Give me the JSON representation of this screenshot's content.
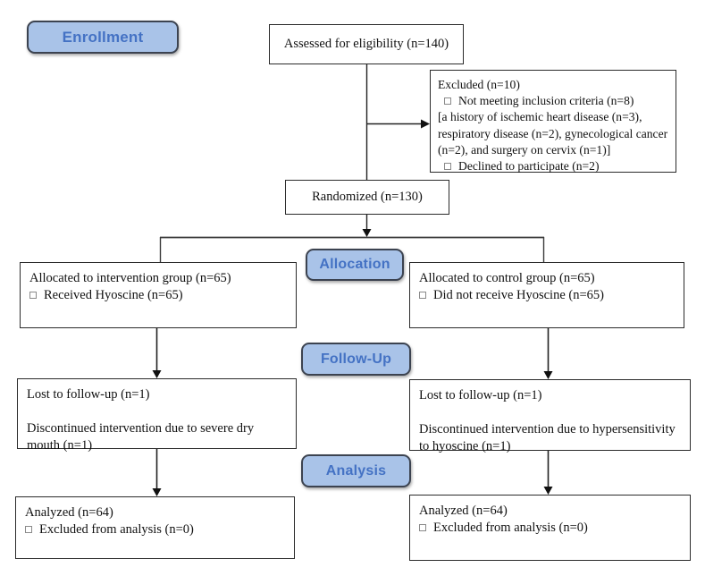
{
  "colors": {
    "badge_fill": "#a9c3e8",
    "badge_border": "#3c4350",
    "badge_text": "#4472c4",
    "box_border": "#2b2b2b",
    "line": "#222222"
  },
  "stages": {
    "enrollment": "Enrollment",
    "allocation": "Allocation",
    "followup": "Follow-Up",
    "analysis": "Analysis"
  },
  "boxes": {
    "assessed": {
      "text": "Assessed for eligibility (n=140)"
    },
    "excluded": {
      "title": "Excluded (n=10)",
      "item1": "Not meeting inclusion criteria (n=8)",
      "detail": "[a history of ischemic heart disease (n=3), respiratory disease (n=2), gynecological cancer (n=2), and surgery on cervix (n=1)]",
      "item2": "Declined to participate (n=2)"
    },
    "randomized": {
      "text": "Randomized (n=130)"
    },
    "alloc_left": {
      "line1": "Allocated to intervention group (n=65)",
      "item1": "Received Hyoscine (n=65)"
    },
    "alloc_right": {
      "line1": "Allocated to control group (n=65)",
      "item1": "Did not receive Hyoscine (n=65)"
    },
    "followup_left": {
      "line1": "Lost to follow-up (n=1)",
      "line2": "Discontinued intervention due to severe dry mouth (n=1)"
    },
    "followup_right": {
      "line1": "Lost to follow-up (n=1)",
      "line2": "Discontinued intervention due to hypersensitivity to hyoscine (n=1)"
    },
    "analysis_left": {
      "line1": "Analyzed (n=64)",
      "item1": "Excluded from analysis (n=0)"
    },
    "analysis_right": {
      "line1": "Analyzed (n=64)",
      "item1": "Excluded from analysis (n=0)"
    }
  }
}
